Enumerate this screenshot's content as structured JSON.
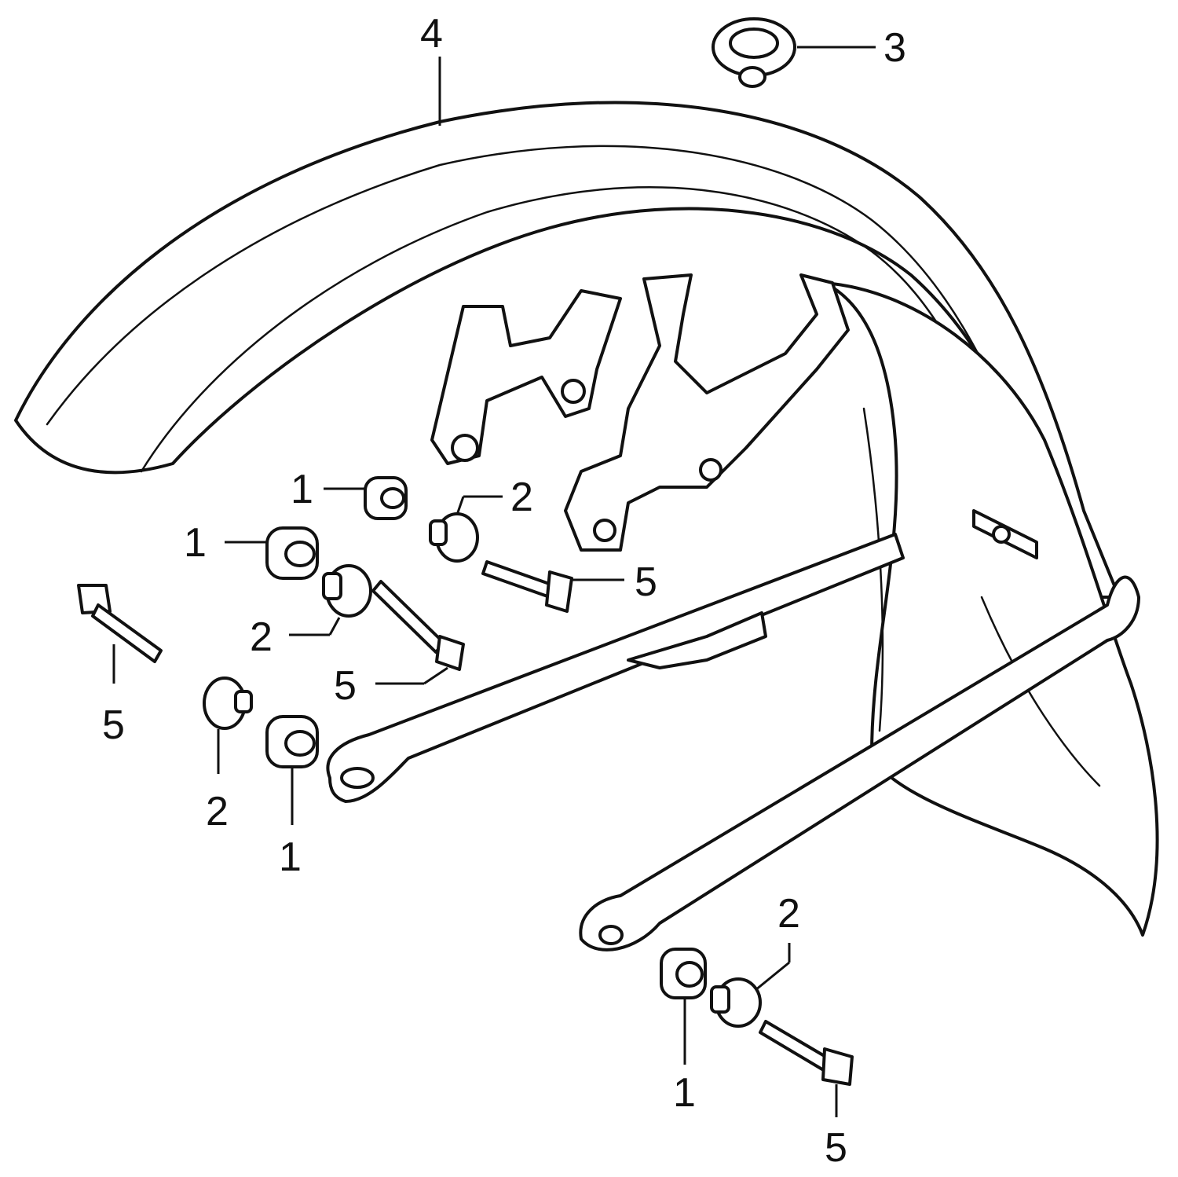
{
  "labels": {
    "fender": "4",
    "grommet_top": "3",
    "nut": "1",
    "collar": "2",
    "bolt": "5"
  },
  "colors": {
    "ink": "#111111",
    "paper": "#ffffff"
  }
}
